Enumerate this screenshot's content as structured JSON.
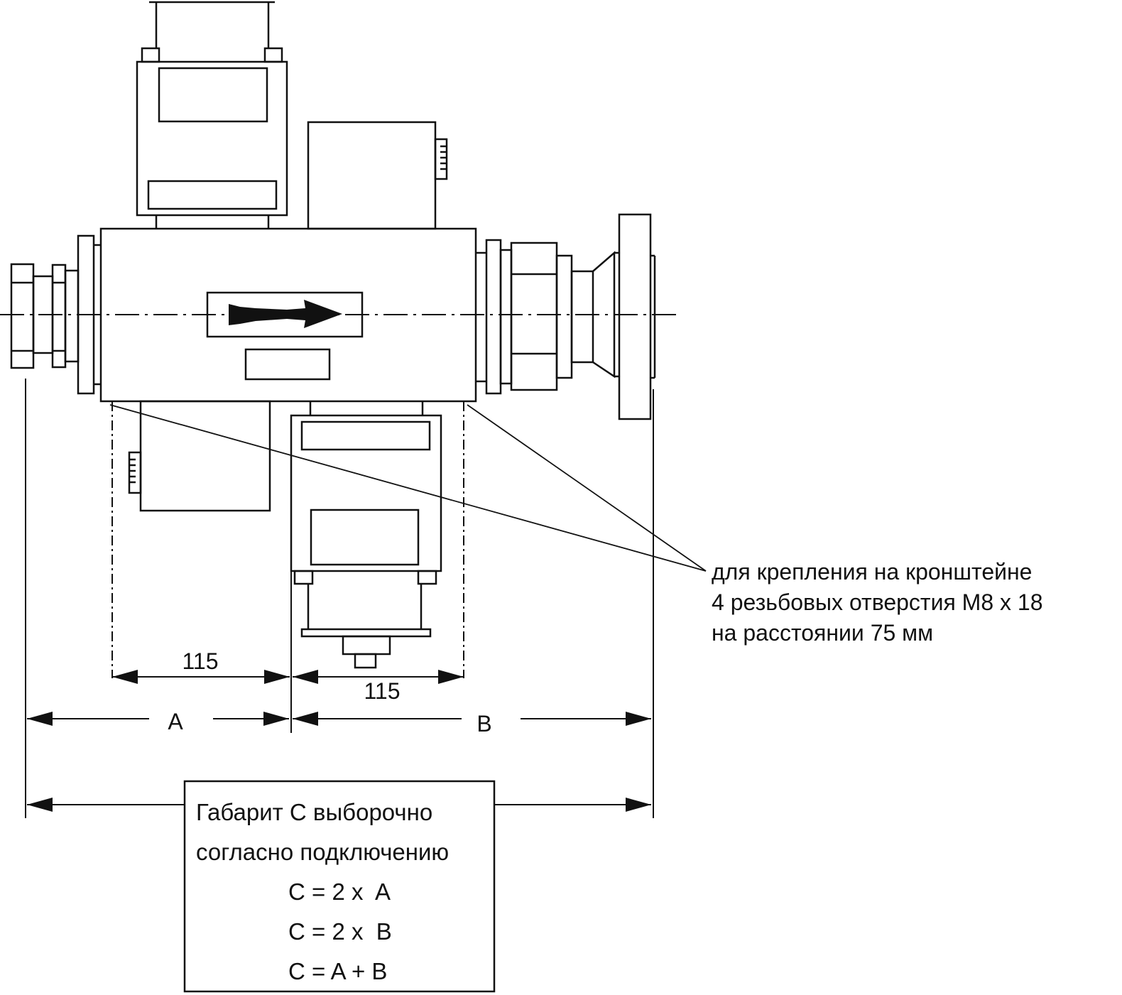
{
  "dimensions": {
    "upper_left_115": "115",
    "upper_right_115": "115",
    "label_a": "A",
    "label_b": "B"
  },
  "mounting_note": {
    "line1": "для крепления на кронштейне",
    "line2": "4 резьбовых отверстия М8 х 18",
    "line3": "на расстоянии 75 мм"
  },
  "size_box": {
    "line1": "Габарит С выборочно",
    "line2": "согласно подключению",
    "formula1": "C = 2 x  A",
    "formula2": "C = 2 x  B",
    "formula3": "C = A + B"
  },
  "colors": {
    "line": "#111111",
    "background": "#ffffff"
  }
}
